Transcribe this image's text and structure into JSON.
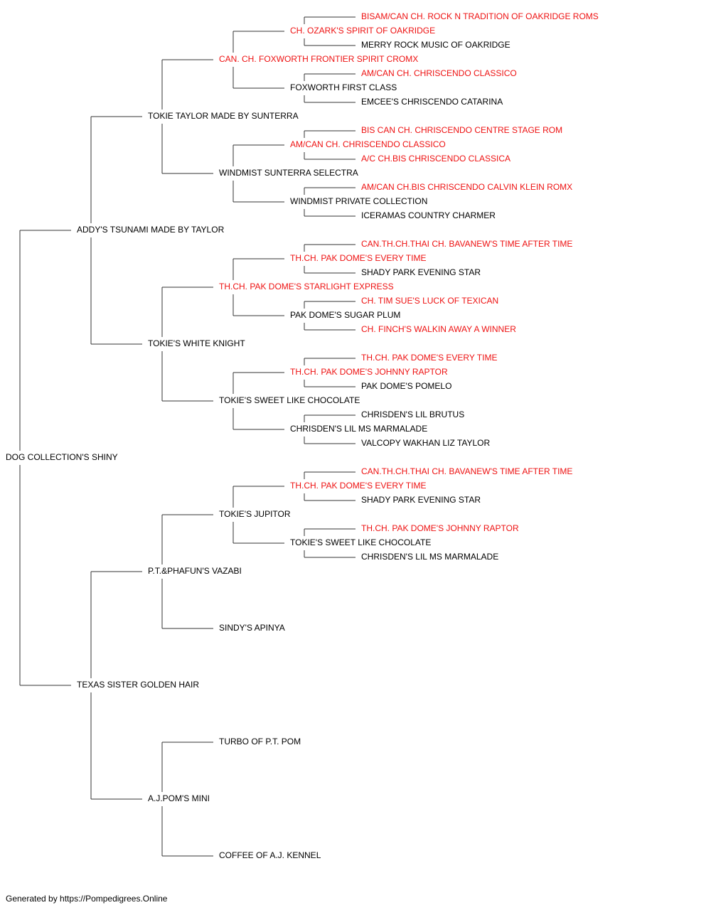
{
  "colors": {
    "champion": "#ee1111",
    "normal": "#000000",
    "line": "#333333"
  },
  "footer": "Generated by https://Pompedigrees.Online",
  "pedigree": {
    "name": "DOG COLLECTION'S SHINY",
    "champion": false,
    "sire": {
      "name": "ADDY'S TSUNAMI MADE BY TAYLOR",
      "champion": false,
      "sire": {
        "name": "TOKIE TAYLOR MADE BY SUNTERRA",
        "champion": false,
        "sire": {
          "name": "CAN. CH. FOXWORTH FRONTIER SPIRIT CROMX",
          "champion": true,
          "sire": {
            "name": "CH. OZARK'S SPIRIT OF OAKRIDGE",
            "champion": true,
            "sire": {
              "name": "BISAM/CAN CH. ROCK N TRADITION OF OAKRIDGE ROMS",
              "champion": true
            },
            "dam": {
              "name": "MERRY ROCK MUSIC OF OAKRIDGE",
              "champion": false
            }
          },
          "dam": {
            "name": "FOXWORTH FIRST CLASS",
            "champion": false,
            "sire": {
              "name": "AM/CAN CH. CHRISCENDO CLASSICO",
              "champion": true
            },
            "dam": {
              "name": "EMCEE'S CHRISCENDO CATARINA",
              "champion": false
            }
          }
        },
        "dam": {
          "name": "WINDMIST SUNTERRA SELECTRA",
          "champion": false,
          "sire": {
            "name": "AM/CAN CH. CHRISCENDO CLASSICO",
            "champion": true,
            "sire": {
              "name": "BIS CAN CH. CHRISCENDO CENTRE STAGE ROM",
              "champion": true
            },
            "dam": {
              "name": "A/C CH.BIS CHRISCENDO CLASSICA",
              "champion": true
            }
          },
          "dam": {
            "name": "WINDMIST PRIVATE COLLECTION",
            "champion": false,
            "sire": {
              "name": "AM/CAN CH.BIS CHRISCENDO CALVIN KLEIN ROMX",
              "champion": true
            },
            "dam": {
              "name": "ICERAMAS COUNTRY CHARMER",
              "champion": false
            }
          }
        }
      },
      "dam": {
        "name": "TOKIE'S WHITE KNIGHT",
        "champion": false,
        "sire": {
          "name": "TH.CH. PAK DOME'S STARLIGHT EXPRESS",
          "champion": true,
          "sire": {
            "name": "TH.CH. PAK DOME'S EVERY TIME",
            "champion": true,
            "sire": {
              "name": "CAN.TH.CH.THAI CH. BAVANEW'S TIME AFTER TIME",
              "champion": true
            },
            "dam": {
              "name": "SHADY PARK EVENING STAR",
              "champion": false
            }
          },
          "dam": {
            "name": "PAK DOME'S SUGAR PLUM",
            "champion": false,
            "sire": {
              "name": "CH. TIM SUE'S LUCK OF TEXICAN",
              "champion": true
            },
            "dam": {
              "name": "CH. FINCH'S WALKIN AWAY A WINNER",
              "champion": true
            }
          }
        },
        "dam": {
          "name": "TOKIE'S SWEET LIKE CHOCOLATE",
          "champion": false,
          "sire": {
            "name": "TH.CH. PAK DOME'S JOHNNY RAPTOR",
            "champion": true,
            "sire": {
              "name": "TH.CH. PAK DOME'S EVERY TIME",
              "champion": true
            },
            "dam": {
              "name": "PAK DOME'S POMELO",
              "champion": false
            }
          },
          "dam": {
            "name": "CHRISDEN'S LIL MS MARMALADE",
            "champion": false,
            "sire": {
              "name": "CHRISDEN'S LIL BRUTUS",
              "champion": false
            },
            "dam": {
              "name": "VALCOPY WAKHAN LIZ TAYLOR",
              "champion": false
            }
          }
        }
      }
    },
    "dam": {
      "name": "TEXAS SISTER GOLDEN HAIR",
      "champion": false,
      "sire": {
        "name": "P.T.&PHAFUN'S VAZABI",
        "champion": false,
        "sire": {
          "name": "TOKIE'S JUPITOR",
          "champion": false,
          "sire": {
            "name": "TH.CH. PAK DOME'S EVERY TIME",
            "champion": true,
            "sire": {
              "name": "CAN.TH.CH.THAI CH. BAVANEW'S TIME AFTER TIME",
              "champion": true
            },
            "dam": {
              "name": "SHADY PARK EVENING STAR",
              "champion": false
            }
          },
          "dam": {
            "name": "TOKIE'S SWEET LIKE CHOCOLATE",
            "champion": false,
            "sire": {
              "name": "TH.CH. PAK DOME'S JOHNNY RAPTOR",
              "champion": true
            },
            "dam": {
              "name": "CHRISDEN'S LIL MS MARMALADE",
              "champion": false
            }
          }
        },
        "dam": {
          "name": "SINDY'S APINYA",
          "champion": false
        }
      },
      "dam": {
        "name": "A.J.POM'S MINI",
        "champion": false,
        "sire": {
          "name": "TURBO OF P.T. POM",
          "champion": false
        },
        "dam": {
          "name": "COFFEE OF A.J. KENNEL",
          "champion": false
        }
      }
    }
  }
}
